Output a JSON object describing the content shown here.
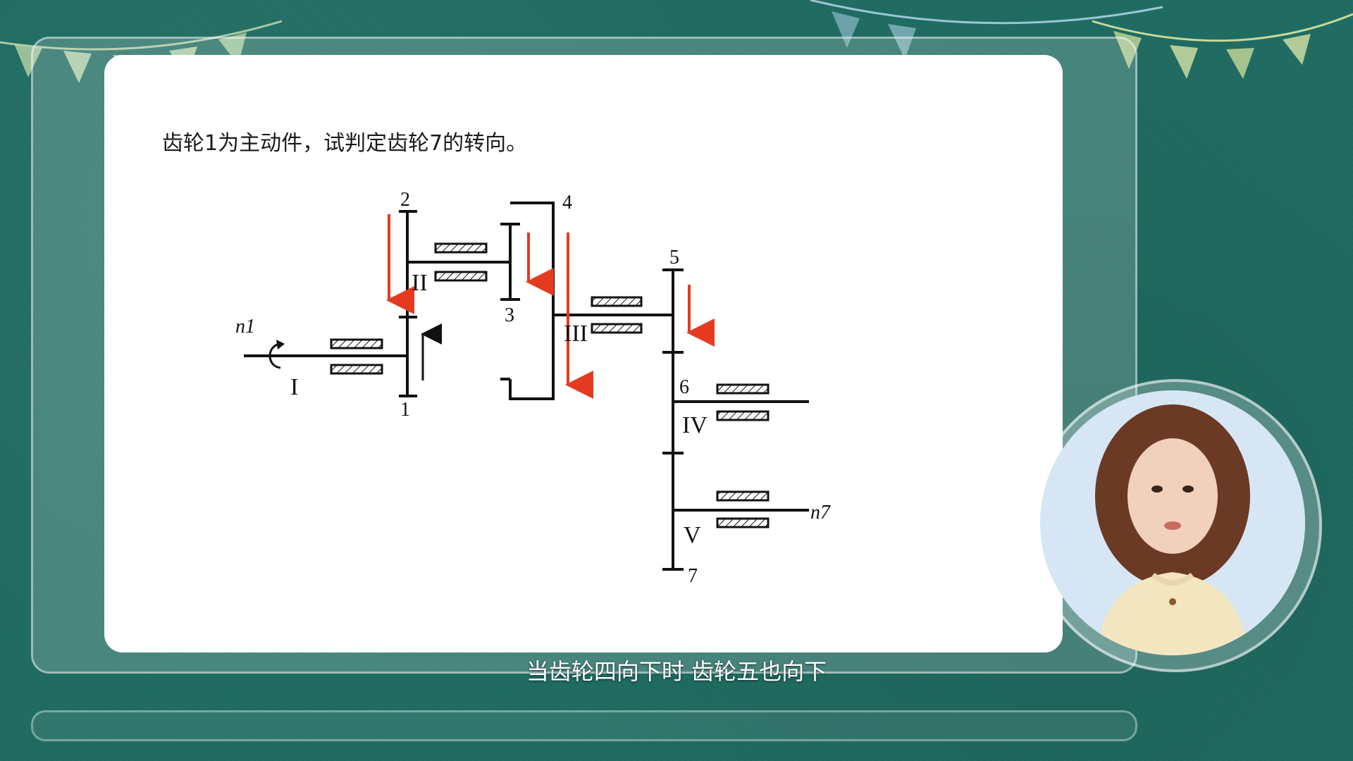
{
  "question": "齿轮1为主动件，试判定齿轮7的转向。",
  "subtitle": "当齿轮四向下时 齿轮五也向下",
  "diagram": {
    "gear_labels": [
      "1",
      "2",
      "3",
      "4",
      "5",
      "6",
      "7"
    ],
    "shaft_labels": [
      "I",
      "II",
      "III",
      "IV",
      "V"
    ],
    "input_label": "n1",
    "output_label": "n7"
  },
  "colors": {
    "background": "#1f6b61",
    "arrow_red": "#e53a1f",
    "line": "#111111"
  },
  "icons": {
    "avatar": "presenter-avatar",
    "rotation": "rotation-arrow-icon"
  }
}
